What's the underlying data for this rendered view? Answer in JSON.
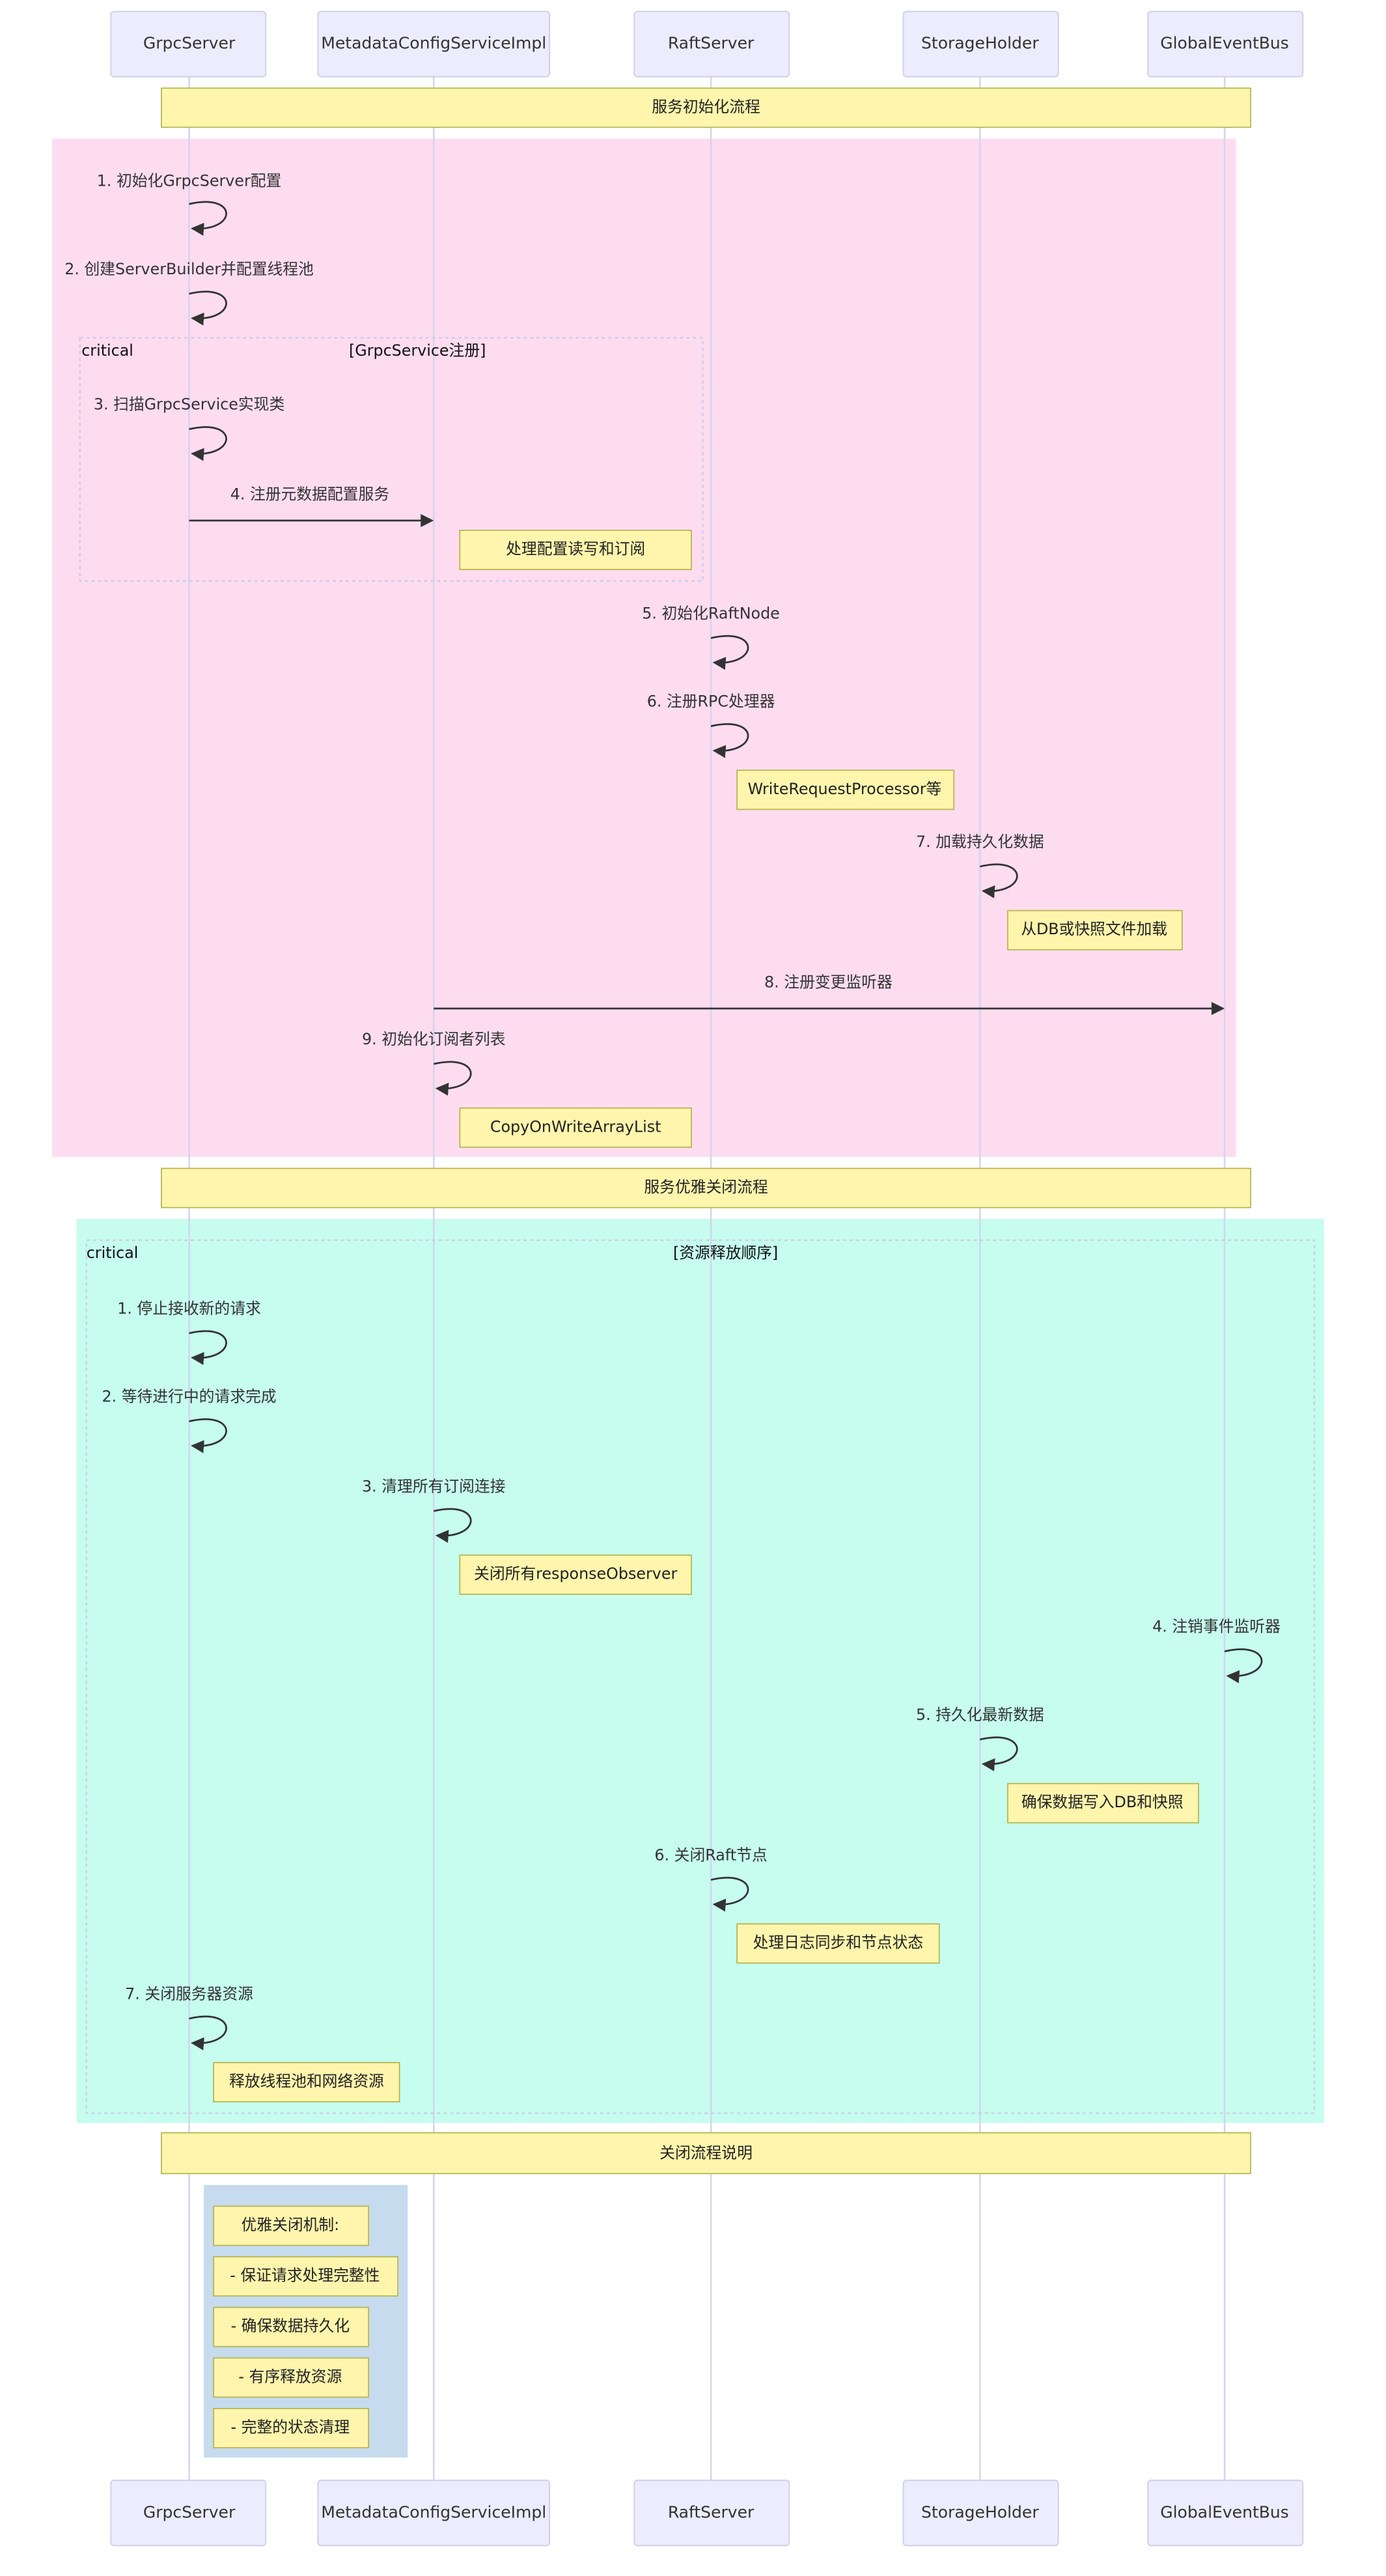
{
  "participants": [
    "GrpcServer",
    "MetadataConfigServiceImpl",
    "RaftServer",
    "StorageHolder",
    "GlobalEventBus"
  ],
  "sections": {
    "init_title": "服务初始化流程",
    "shutdown_title": "服务优雅关闭流程",
    "summary_title": "关闭流程说明"
  },
  "init": {
    "critical_label": "critical",
    "critical_condition": "[GrpcService注册]",
    "messages": [
      "1. 初始化GrpcServer配置",
      "2. 创建ServerBuilder并配置线程池",
      "3. 扫描GrpcService实现类",
      "4. 注册元数据配置服务",
      "5. 初始化RaftNode",
      "6. 注册RPC处理器",
      "7. 加载持久化数据",
      "8. 注册变更监听器",
      "9. 初始化订阅者列表"
    ],
    "notes": [
      "处理配置读写和订阅",
      "WriteRequestProcessor等",
      "从DB或快照文件加载",
      "CopyOnWriteArrayList"
    ]
  },
  "shutdown": {
    "critical_label": "critical",
    "critical_condition": "[资源释放顺序]",
    "messages": [
      "1. 停止接收新的请求",
      "2. 等待进行中的请求完成",
      "3. 清理所有订阅连接",
      "4. 注销事件监听器",
      "5. 持久化最新数据",
      "6. 关闭Raft节点",
      "7. 关闭服务器资源"
    ],
    "notes": [
      "关闭所有responseObserver",
      "确保数据写入DB和快照",
      "处理日志同步和节点状态",
      "释放线程池和网络资源"
    ]
  },
  "summary_notes": [
    "优雅关闭机制:",
    "- 保证请求处理完整性",
    "- 确保数据持久化",
    "- 有序释放资源",
    "- 完整的状态清理"
  ],
  "colors": {
    "init_bg": "#fddcf0",
    "shutdown_bg": "#c6fdee",
    "summary_bg": "#c6dbee",
    "note": "#fff5ad",
    "actor": "#ececfe"
  }
}
